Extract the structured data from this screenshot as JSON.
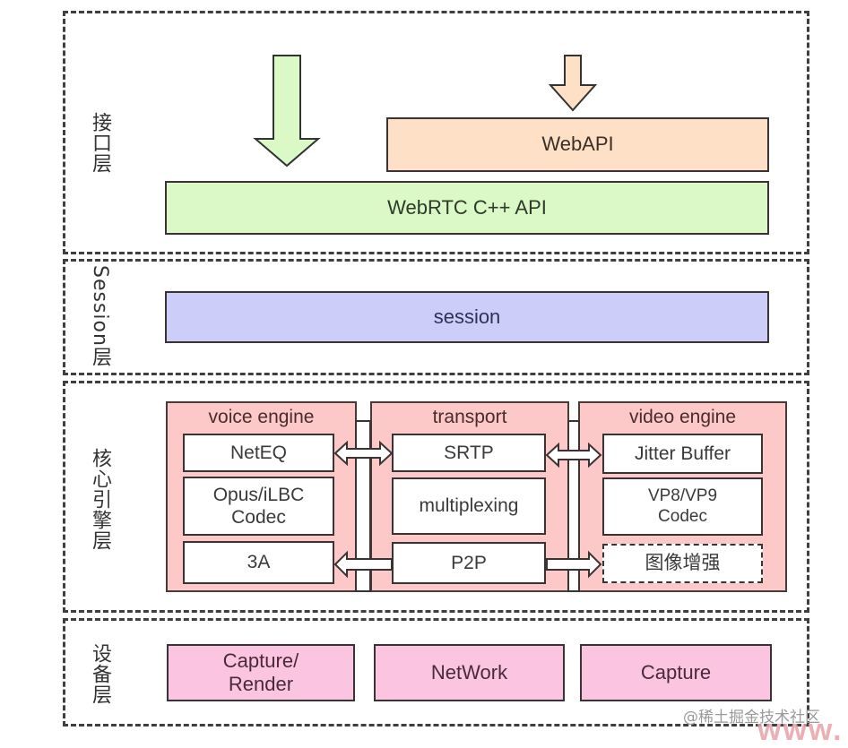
{
  "layers": {
    "interface": {
      "label": "接口层"
    },
    "session": {
      "label": "Session层"
    },
    "core": {
      "label": "核心引擎层"
    },
    "device": {
      "label": "设备层"
    }
  },
  "interface_layer": {
    "webapi": "WebAPI",
    "cpp_api": "WebRTC C++ API"
  },
  "session_layer": {
    "session": "session"
  },
  "core_layer": {
    "voice_engine": {
      "title": "voice engine",
      "items": [
        "NetEQ",
        "Opus/iLBC\nCodec",
        "3A"
      ]
    },
    "transport": {
      "title": "transport",
      "items": [
        "SRTP",
        "multiplexing",
        "P2P"
      ]
    },
    "video_engine": {
      "title": "video engine",
      "items": [
        "Jitter Buffer",
        "VP8/VP9\nCodec",
        "图像增强"
      ]
    }
  },
  "device_layer": {
    "items": [
      "Capture/\nRender",
      "NetWork",
      "Capture"
    ]
  },
  "watermark": {
    "text": "@稀土掘金技术社区",
    "www": "www."
  },
  "colors": {
    "green": "#dbf9c7",
    "orange": "#fde0c6",
    "purple": "#cccdf8",
    "engine_pink": "#fcc8c8",
    "device_pink": "#fbc5e2",
    "border": "#3b3333"
  }
}
